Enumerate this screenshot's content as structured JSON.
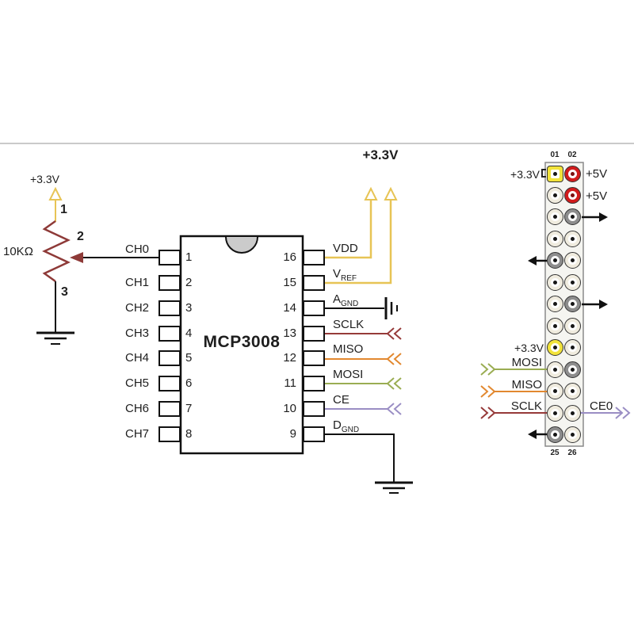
{
  "colors": {
    "wire_3v3": "#e7c455",
    "wire_sclk": "#963a39",
    "wire_miso": "#e2882f",
    "wire_mosi": "#9aad52",
    "wire_ce": "#9a8ec4",
    "wire_black": "#111111",
    "resistor": "#8e3a38",
    "pin_red": "#d11c1c",
    "pin_yellow": "#f2e33b",
    "pin_gray": "#8d8d8d",
    "pin_white": "#f0ecdf",
    "header_fill": "#f5f5f1"
  },
  "pot": {
    "supply": "+3.3V",
    "value": "10KΩ",
    "pin1": "1",
    "pin2": "2",
    "pin3": "3"
  },
  "rail_33v": "+3.3V",
  "chip": {
    "name": "MCP3008",
    "left_pins": [
      {
        "number": "1",
        "label": "CH0"
      },
      {
        "number": "2",
        "label": "CH1"
      },
      {
        "number": "3",
        "label": "CH2"
      },
      {
        "number": "4",
        "label": "CH3"
      },
      {
        "number": "5",
        "label": "CH4"
      },
      {
        "number": "6",
        "label": "CH5"
      },
      {
        "number": "7",
        "label": "CH6"
      },
      {
        "number": "8",
        "label": "CH7"
      }
    ],
    "right_pins": [
      {
        "number": "16",
        "label": "VDD",
        "sub": ""
      },
      {
        "number": "15",
        "label": "V",
        "sub": "REF"
      },
      {
        "number": "14",
        "label": "A",
        "sub": "GND"
      },
      {
        "number": "13",
        "label": "SCLK",
        "sub": ""
      },
      {
        "number": "12",
        "label": "MISO",
        "sub": ""
      },
      {
        "number": "11",
        "label": "MOSI",
        "sub": ""
      },
      {
        "number": "10",
        "label": "CE",
        "sub": ""
      },
      {
        "number": "9",
        "label": "D",
        "sub": "GND"
      }
    ]
  },
  "header": {
    "col_labels_top": [
      "01",
      "02"
    ],
    "col_labels_bottom": [
      "25",
      "26"
    ],
    "row1_left": "+3.3V",
    "row1_right": "+5V",
    "row2_right": "+5V",
    "row9_left": "+3.3V",
    "mosi": "MOSI",
    "miso": "MISO",
    "sclk": "SCLK",
    "ce0": "CE0",
    "rows": [
      {
        "left": "yellow-square",
        "right": "red",
        "annotation": "3.3V / 5V"
      },
      {
        "left": "white",
        "right": "red",
        "annotation": "5V"
      },
      {
        "left": "white",
        "right": "gray",
        "annotation": "arrow-right"
      },
      {
        "left": "white",
        "right": "white",
        "annotation": ""
      },
      {
        "left": "gray",
        "right": "white",
        "annotation": "arrow-left"
      },
      {
        "left": "white",
        "right": "white",
        "annotation": ""
      },
      {
        "left": "white",
        "right": "gray",
        "annotation": "arrow-right"
      },
      {
        "left": "white",
        "right": "white",
        "annotation": ""
      },
      {
        "left": "yellow",
        "right": "white",
        "annotation": "3.3V"
      },
      {
        "left": "white",
        "right": "gray",
        "annotation": "MOSI"
      },
      {
        "left": "white",
        "right": "white",
        "annotation": "MISO"
      },
      {
        "left": "white",
        "right": "white",
        "annotation": "SCLK / CE0"
      },
      {
        "left": "gray",
        "right": "white",
        "annotation": "arrow-left"
      }
    ]
  }
}
